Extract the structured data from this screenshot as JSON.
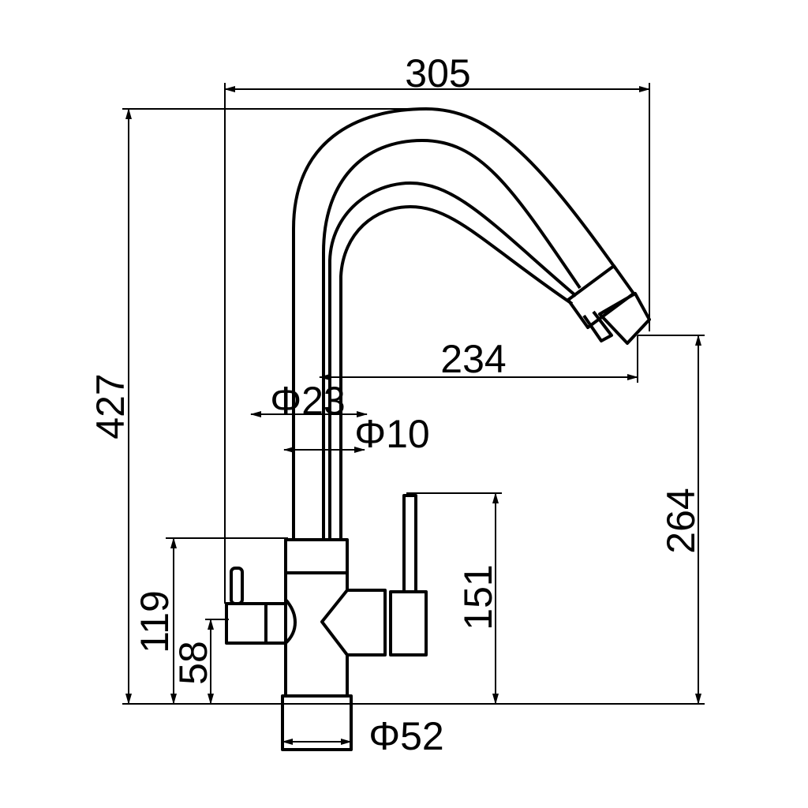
{
  "drawing": {
    "subject": "faucet",
    "dimensions": {
      "total_width": "305",
      "total_height": "427",
      "spout_reach": "234",
      "spout_height": "264",
      "lever_height": "151",
      "body_height": "119",
      "side_handle_height": "58",
      "spout_diameter": "Φ23",
      "inner_diameter": "Φ10",
      "base_diameter": "Φ52"
    }
  }
}
